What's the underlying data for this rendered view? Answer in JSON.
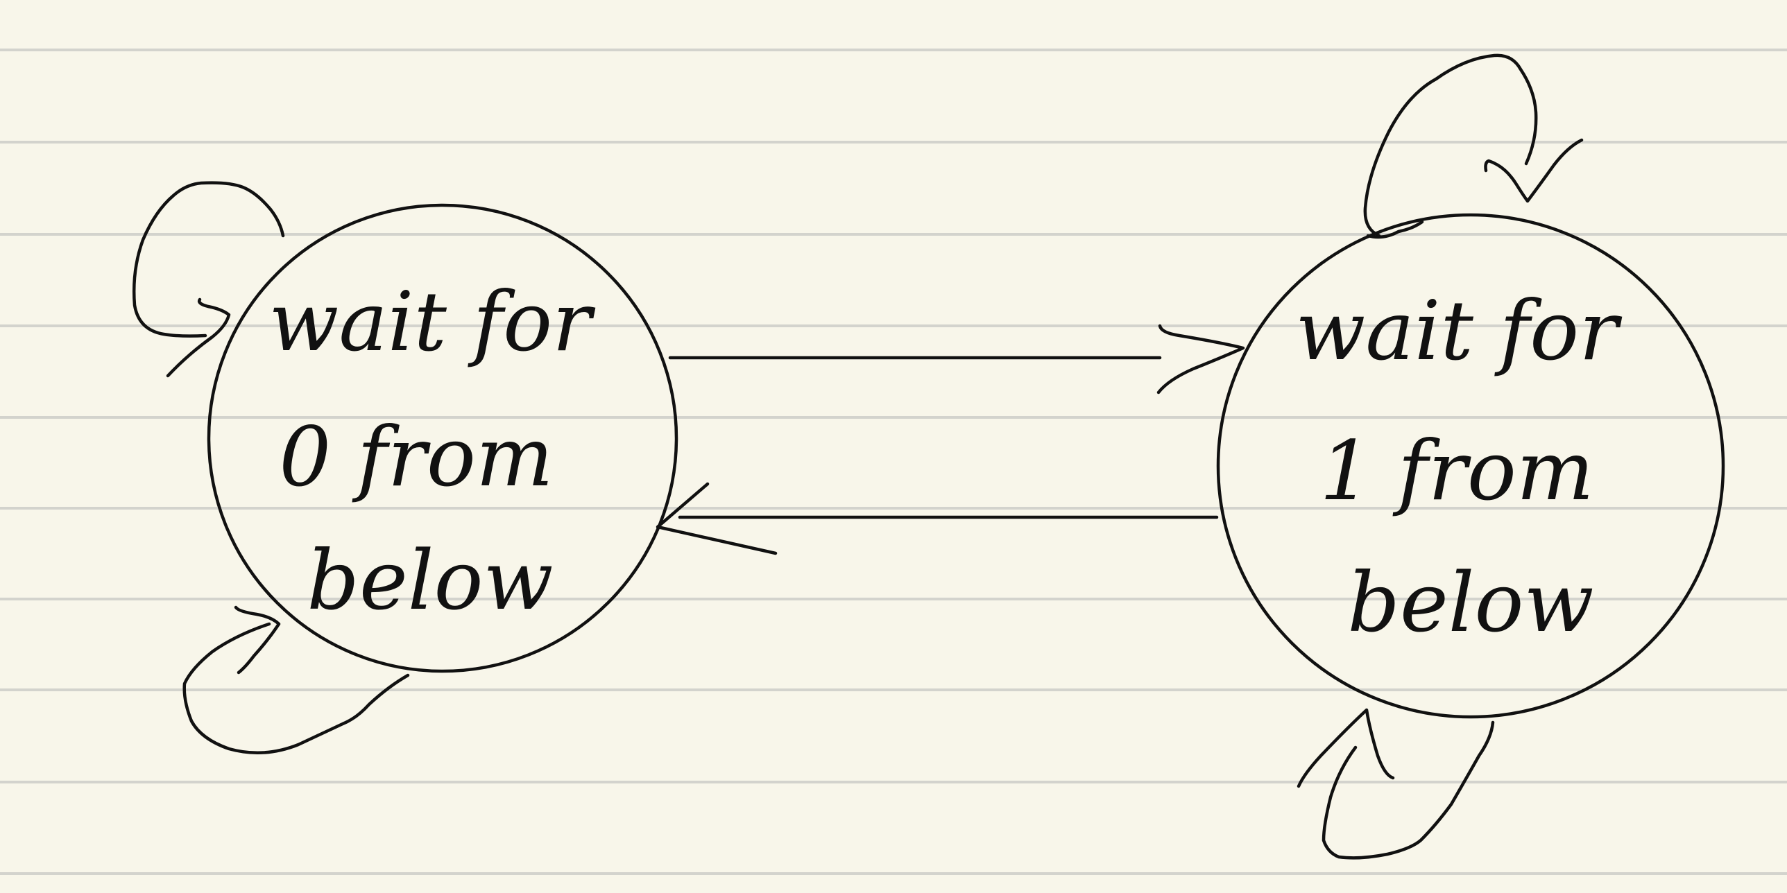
{
  "page": {
    "background_color": "#f8f6ea",
    "rule_color": "#d3d3cd",
    "ink_color": "#111111"
  },
  "diagram": {
    "type": "state-machine",
    "states": [
      {
        "id": "state-wait-0",
        "label_lines": [
          "wait for",
          "0 from",
          "below"
        ]
      },
      {
        "id": "state-wait-1",
        "label_lines": [
          "wait for",
          "1 from",
          "below"
        ]
      }
    ],
    "transitions": [
      {
        "from": "state-wait-0",
        "to": "state-wait-1",
        "label": ""
      },
      {
        "from": "state-wait-1",
        "to": "state-wait-0",
        "label": ""
      },
      {
        "from": "state-wait-0",
        "to": "state-wait-0",
        "label": ""
      },
      {
        "from": "state-wait-0",
        "to": "state-wait-0",
        "label": ""
      },
      {
        "from": "state-wait-1",
        "to": "state-wait-1",
        "label": ""
      },
      {
        "from": "state-wait-1",
        "to": "state-wait-1",
        "label": ""
      }
    ]
  }
}
